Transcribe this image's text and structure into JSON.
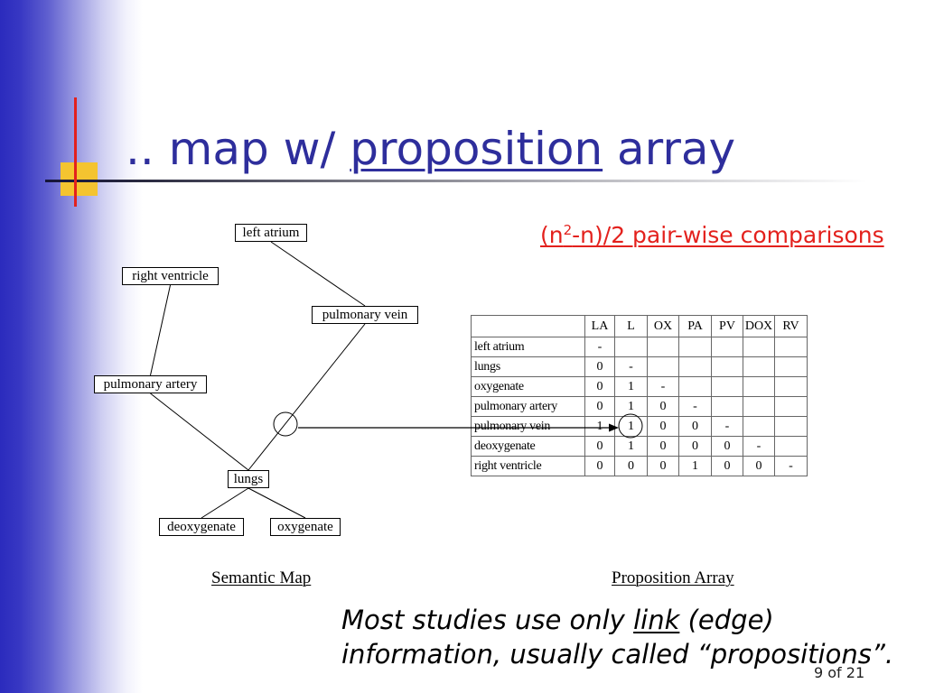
{
  "slide": {
    "title": {
      "before": ".. map w/ ",
      "underlined": "proposition",
      "after": " array"
    },
    "formula": {
      "before": "(n",
      "superscript": "2",
      "after": "-n)/2 pair-wise comparisons"
    },
    "page_number": "9 of 21",
    "colors": {
      "title": "#2e2e9c",
      "accent_red": "#e3211d",
      "accent_yellow": "#f4c430",
      "sidebar_blue": "#2b2bbd"
    }
  },
  "semantic_map": {
    "caption": "Semantic Map",
    "nodes": [
      "left atrium",
      "right ventricle",
      "pulmonary vein",
      "pulmonary artery",
      "lungs",
      "deoxygenate",
      "oxygenate"
    ],
    "edges": [
      [
        0,
        2
      ],
      [
        1,
        3
      ],
      [
        2,
        4
      ],
      [
        3,
        4
      ],
      [
        4,
        5
      ],
      [
        4,
        6
      ]
    ]
  },
  "proposition_array": {
    "caption": "Proposition Array",
    "columns": [
      "LA",
      "L",
      "OX",
      "PA",
      "PV",
      "DOX",
      "RV"
    ],
    "rows": [
      {
        "label": "left atrium",
        "cells": [
          "-",
          "",
          "",
          "",
          "",
          "",
          ""
        ]
      },
      {
        "label": "lungs",
        "cells": [
          "0",
          "-",
          "",
          "",
          "",
          "",
          ""
        ]
      },
      {
        "label": "oxygenate",
        "cells": [
          "0",
          "1",
          "-",
          "",
          "",
          "",
          ""
        ]
      },
      {
        "label": "pulmonary artery",
        "cells": [
          "0",
          "1",
          "0",
          "-",
          "",
          "",
          ""
        ]
      },
      {
        "label": "pulmonary vein",
        "cells": [
          "1",
          "1",
          "0",
          "0",
          "-",
          "",
          ""
        ]
      },
      {
        "label": "deoxygenate",
        "cells": [
          "0",
          "1",
          "0",
          "0",
          "0",
          "-",
          ""
        ]
      },
      {
        "label": "right ventricle",
        "cells": [
          "0",
          "0",
          "0",
          "1",
          "0",
          "0",
          "-"
        ]
      }
    ]
  },
  "note": {
    "line1_before": "Most studies use only ",
    "line1_link": "link",
    "line1_after": " (edge)",
    "line2": "information, usually called “propositions”."
  }
}
